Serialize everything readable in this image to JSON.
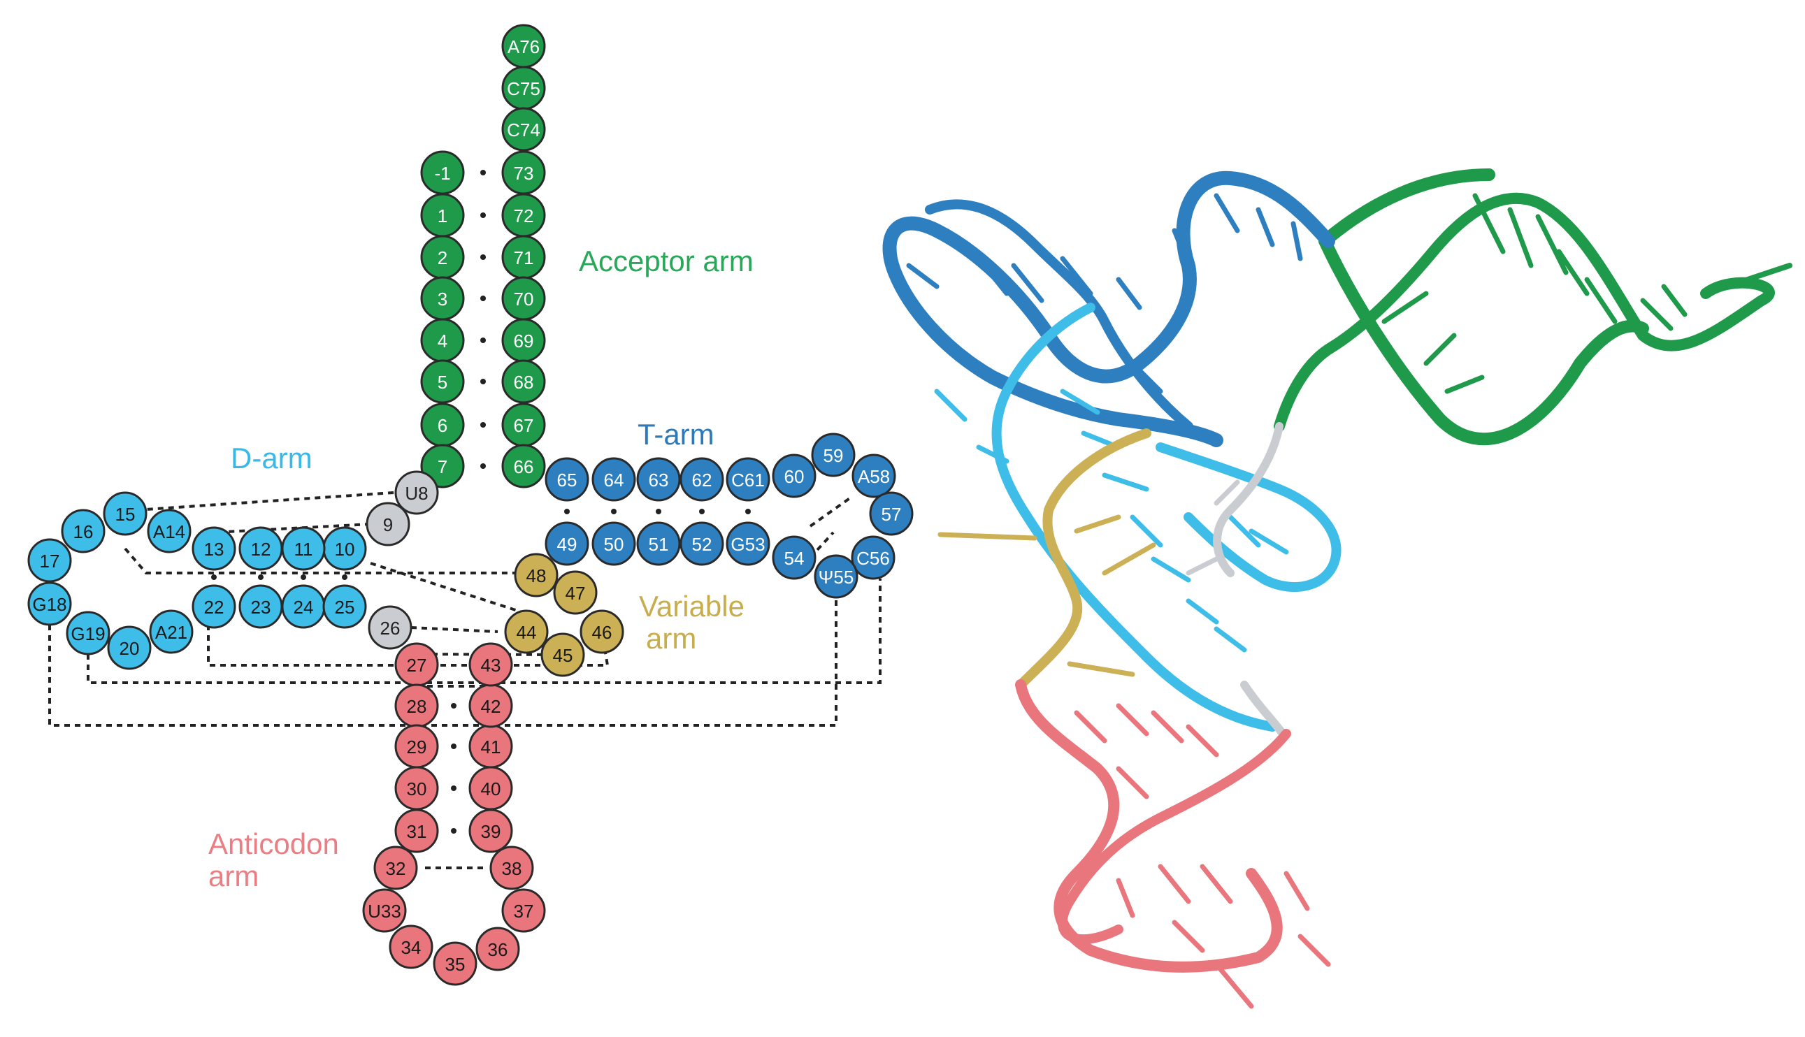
{
  "colors": {
    "acceptor": "#1f9a4a",
    "d_arm": "#3fbde9",
    "t_arm": "#2d7fc0",
    "variable": "#cbb056",
    "anticodon": "#e9767c",
    "linker": "#c9cdd2",
    "acceptor_label": "#2aa85a",
    "d_label": "#38b9e8",
    "t_label": "#2f79b8",
    "variable_label": "#c7ad4e",
    "anticodon_label": "#e97f85"
  },
  "labels": {
    "acceptor": "Acceptor arm",
    "d_arm": "D-arm",
    "t_arm": "T-arm",
    "variable_line1": "Variable",
    "variable_line2": "arm",
    "anticodon_line1": "Anticodon",
    "anticodon_line2": "arm"
  },
  "nucleotides": {
    "acceptor": [
      "A76",
      "C75",
      "C74",
      "73",
      "72",
      "71",
      "70",
      "69",
      "68",
      "67",
      "66",
      "-1",
      "1",
      "2",
      "3",
      "4",
      "5",
      "6",
      "7"
    ],
    "linker": [
      "U8",
      "9",
      "26"
    ],
    "d_arm": [
      "10",
      "11",
      "12",
      "13",
      "A14",
      "15",
      "16",
      "17",
      "G18",
      "G19",
      "20",
      "A21",
      "22",
      "23",
      "24",
      "25"
    ],
    "t_arm": [
      "65",
      "64",
      "63",
      "62",
      "C61",
      "60",
      "59",
      "A58",
      "57",
      "C56",
      "Ψ55",
      "54",
      "G53",
      "52",
      "51",
      "50",
      "49"
    ],
    "variable": [
      "48",
      "47",
      "46",
      "45",
      "44"
    ],
    "anticodon": [
      "27",
      "28",
      "29",
      "30",
      "31",
      "32",
      "U33",
      "34",
      "35",
      "36",
      "37",
      "38",
      "39",
      "40",
      "41",
      "42",
      "43"
    ]
  },
  "structure_3d": {
    "icon": "trna-3d-ribbon",
    "strand_colors": [
      "acceptor",
      "t_arm",
      "d_arm",
      "variable",
      "linker",
      "anticodon"
    ]
  }
}
